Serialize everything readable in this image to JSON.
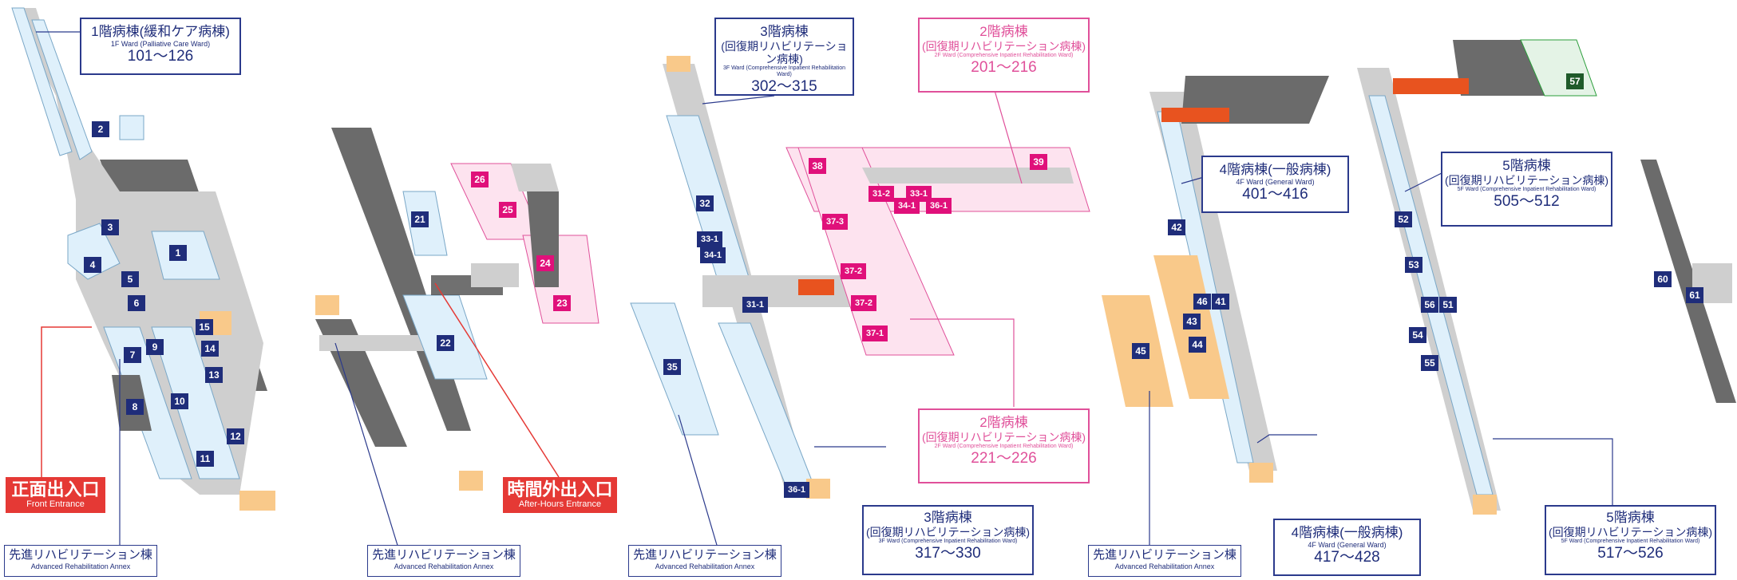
{
  "floor_labels": {
    "f1_ward": {
      "title": "1階病棟(緩和ケア病棟)",
      "subtitle": "1F Ward (Palliative Care Ward)",
      "rooms": "101〜126"
    },
    "f3_ward_top": {
      "title": "3階病棟",
      "title2": "(回復期リハビリテーション病棟)",
      "subtitle": "3F Ward (Comprehensive Inpatient Rehabilitation Ward)",
      "rooms": "302〜315"
    },
    "f2_ward_top": {
      "title": "2階病棟",
      "title2": "(回復期リハビリテーション病棟)",
      "subtitle": "2F Ward (Comprehensive Inpatient Rehabilitation Ward)",
      "rooms": "201〜216"
    },
    "f2_ward_bottom": {
      "title": "2階病棟",
      "title2": "(回復期リハビリテーション病棟)",
      "subtitle": "2F Ward (Comprehensive Inpatient Rehabilitation Ward)",
      "rooms": "221〜226"
    },
    "f3_ward_bottom": {
      "title": "3階病棟",
      "title2": "(回復期リハビリテーション病棟)",
      "subtitle": "3F Ward (Comprehensive Inpatient Rehabilitation Ward)",
      "rooms": "317〜330"
    },
    "f4_ward_top": {
      "title": "4階病棟(一般病棟)",
      "subtitle": "4F Ward (General Ward)",
      "rooms": "401〜416"
    },
    "f4_ward_bottom": {
      "title": "4階病棟(一般病棟)",
      "subtitle": "4F Ward (General Ward)",
      "rooms": "417〜428"
    },
    "f5_ward_top": {
      "title": "5階病棟",
      "title2": "(回復期リハビリテーション病棟)",
      "subtitle": "5F Ward (Comprehensive Inpatient Rehabilitation Ward)",
      "rooms": "505〜512"
    },
    "f5_ward_bottom": {
      "title": "5階病棟",
      "title2": "(回復期リハビリテーション病棟)",
      "subtitle": "5F Ward (Comprehensive Inpatient Rehabilitation Ward)",
      "rooms": "517〜526"
    }
  },
  "annex_label": {
    "ja": "先進リハビリテーション棟",
    "en": "Advanced Rehabilitation Annex"
  },
  "entrances": {
    "front": {
      "ja": "正面出入口",
      "en": "Front Entrance"
    },
    "after_hours": {
      "ja": "時間外出入口",
      "en": "After-Hours Entrance"
    }
  },
  "room_numbers": {
    "f1": [
      "1",
      "2",
      "3",
      "4",
      "5",
      "6",
      "7",
      "8",
      "9",
      "10",
      "11",
      "12",
      "13",
      "14",
      "15"
    ],
    "f2_annex": [
      "21",
      "22"
    ],
    "f2_ward": [
      "23",
      "24",
      "25",
      "26"
    ],
    "f3": [
      "31-1",
      "32",
      "33-1",
      "34-1",
      "35",
      "36-1"
    ],
    "f3_pink": [
      "31-2",
      "33-1",
      "34-1",
      "36-1",
      "37-1",
      "37-2",
      "37-2",
      "37-3",
      "38",
      "39"
    ],
    "f4": [
      "41",
      "42",
      "43",
      "44",
      "45",
      "46"
    ],
    "f5": [
      "51",
      "52",
      "53",
      "54",
      "55",
      "56",
      "57"
    ],
    "f6": [
      "60",
      "61"
    ]
  },
  "icons": [
    "toilet-icon",
    "wheelchair-icon",
    "stairs-icon",
    "elevator-icon",
    "emergency-exit-icon",
    "info-icon"
  ],
  "colors": {
    "navy": "#1f2d7a",
    "pink": "#e0107a",
    "light_blue": "#dff0fb",
    "light_pink": "#fde3ef",
    "orange": "#f9c98a",
    "gray": "#6b6b6b",
    "red": "#e53935",
    "green": "#2a9d3a"
  }
}
